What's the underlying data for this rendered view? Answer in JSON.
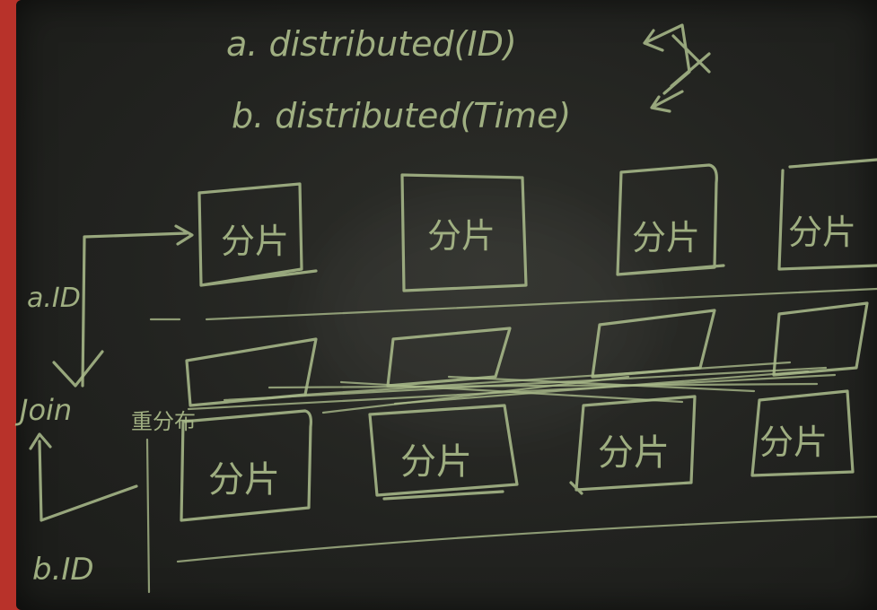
{
  "lines": {
    "line_a": "a. distributed(ID)",
    "line_b": "b. distributed(Time)"
  },
  "labels": {
    "a_id": "a.ID",
    "join": "Join",
    "b_id": "b.ID",
    "reshard": "重分布"
  },
  "shard_label": "分片",
  "top_row": [
    "分片",
    "分片",
    "分片",
    "分片"
  ],
  "bottom_row": [
    "分片",
    "分片",
    "分片",
    "分片"
  ],
  "colors": {
    "chalk": "#a9b98a",
    "board": "#222320",
    "frame": "#b8322a"
  }
}
